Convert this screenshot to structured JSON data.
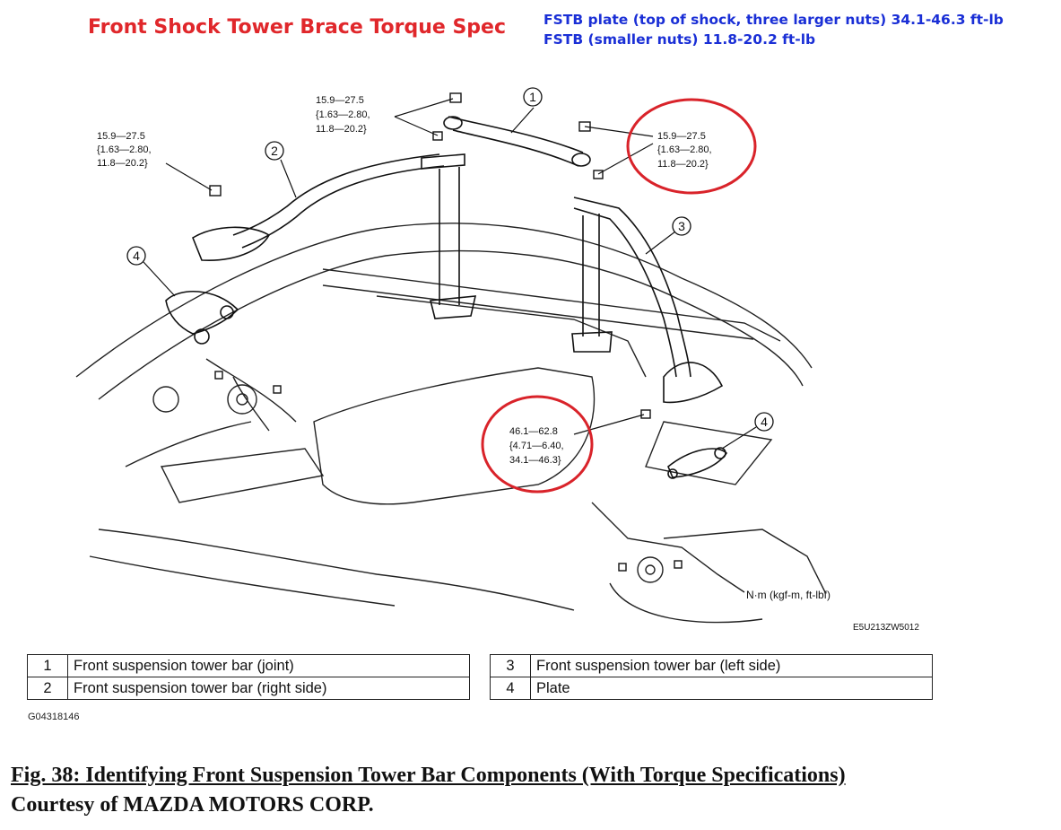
{
  "header": {
    "title": "Front Shock Tower Brace Torque Spec",
    "spec_line_1": "FSTB plate (top of shock, three larger nuts) 34.1-46.3 ft-lb",
    "spec_line_2": "FSTB (smaller nuts) 11.8-20.2 ft-lb"
  },
  "colors": {
    "title": "#e0272b",
    "spec": "#1a2fd6",
    "highlight_circle": "#d9232a"
  },
  "callouts": {
    "left": [
      "15.9—27.5",
      "{1.63—2.80,",
      "11.8—20.2}"
    ],
    "center": [
      "15.9—27.5",
      "{1.63—2.80,",
      "11.8—20.2}"
    ],
    "right": [
      "15.9—27.5",
      "{1.63—2.80,",
      "11.8—20.2}"
    ],
    "plate": [
      "46.1—62.8",
      "{4.71—6.40,",
      "34.1—46.3}"
    ]
  },
  "part_numbers": [
    "1",
    "2",
    "3",
    "4",
    "4"
  ],
  "units_label": "N·m (kgf-m, ft-lbf)",
  "figure_code": "E5U213ZW5012",
  "legend_left": [
    {
      "num": "1",
      "desc": "Front suspension tower bar (joint)"
    },
    {
      "num": "2",
      "desc": "Front suspension tower bar (right side)"
    }
  ],
  "legend_right": [
    {
      "num": "3",
      "desc": "Front suspension tower bar (left side)"
    },
    {
      "num": "4",
      "desc": "Plate"
    }
  ],
  "table_code": "G04318146",
  "caption": "Fig. 38: Identifying Front Suspension Tower Bar Components (With Torque Specifications)",
  "courtesy": "Courtesy of MAZDA MOTORS CORP."
}
